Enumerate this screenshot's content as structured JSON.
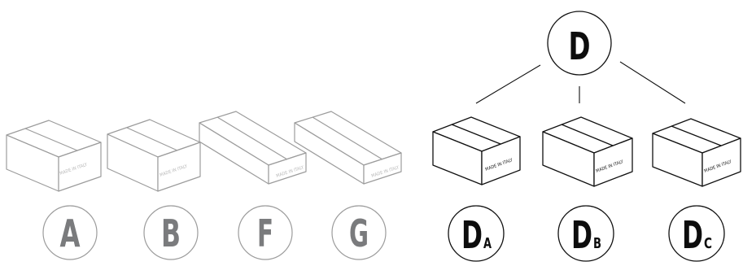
{
  "colors": {
    "grey_stroke": "#9c9c9c",
    "grey_letter": "#7a7b7d",
    "dark_stroke": "#111111",
    "background": "#ffffff"
  },
  "box_text": "MADE IN ITALY",
  "left_group": {
    "items": [
      {
        "letter": "A"
      },
      {
        "letter": "B"
      },
      {
        "letter": "F"
      },
      {
        "letter": "G"
      }
    ]
  },
  "right_group": {
    "parent": {
      "letter": "D"
    },
    "children": [
      {
        "letter": "D",
        "subscript": "A"
      },
      {
        "letter": "D",
        "subscript": "B"
      },
      {
        "letter": "D",
        "subscript": "C"
      }
    ]
  }
}
